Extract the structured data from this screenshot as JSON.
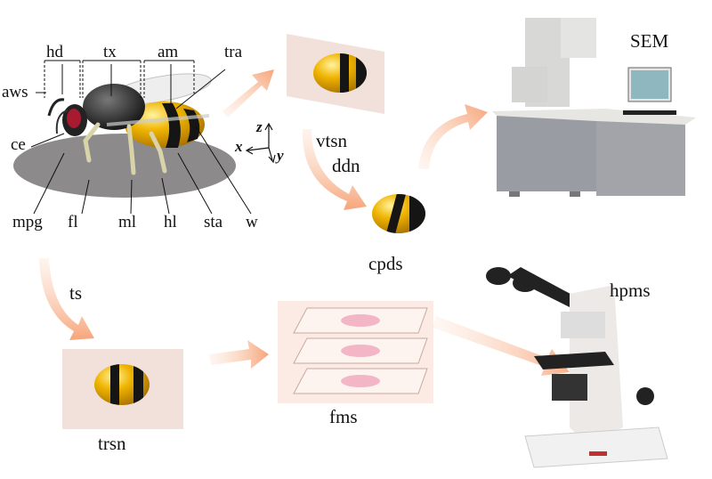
{
  "bee_labels": {
    "hd": "hd",
    "tx": "tx",
    "am": "am",
    "tra": "tra",
    "aws": "aws",
    "ce": "ce",
    "mpg": "mpg",
    "fl": "fl",
    "ml": "ml",
    "hl": "hl",
    "sta": "sta",
    "w": "w"
  },
  "axes": {
    "x": "x",
    "y": "y",
    "z": "z"
  },
  "steps": {
    "vtsn": "vtsn",
    "ddn": "ddn",
    "cpds": "cpds",
    "sem": "SEM",
    "ts": "ts",
    "trsn": "trsn",
    "fms": "fms",
    "hpms": "hpms"
  },
  "colors": {
    "arrow": "#f6a57a",
    "bee_yellow": "#f0b400",
    "bee_black": "#151515",
    "panel": "#f2e0da"
  }
}
